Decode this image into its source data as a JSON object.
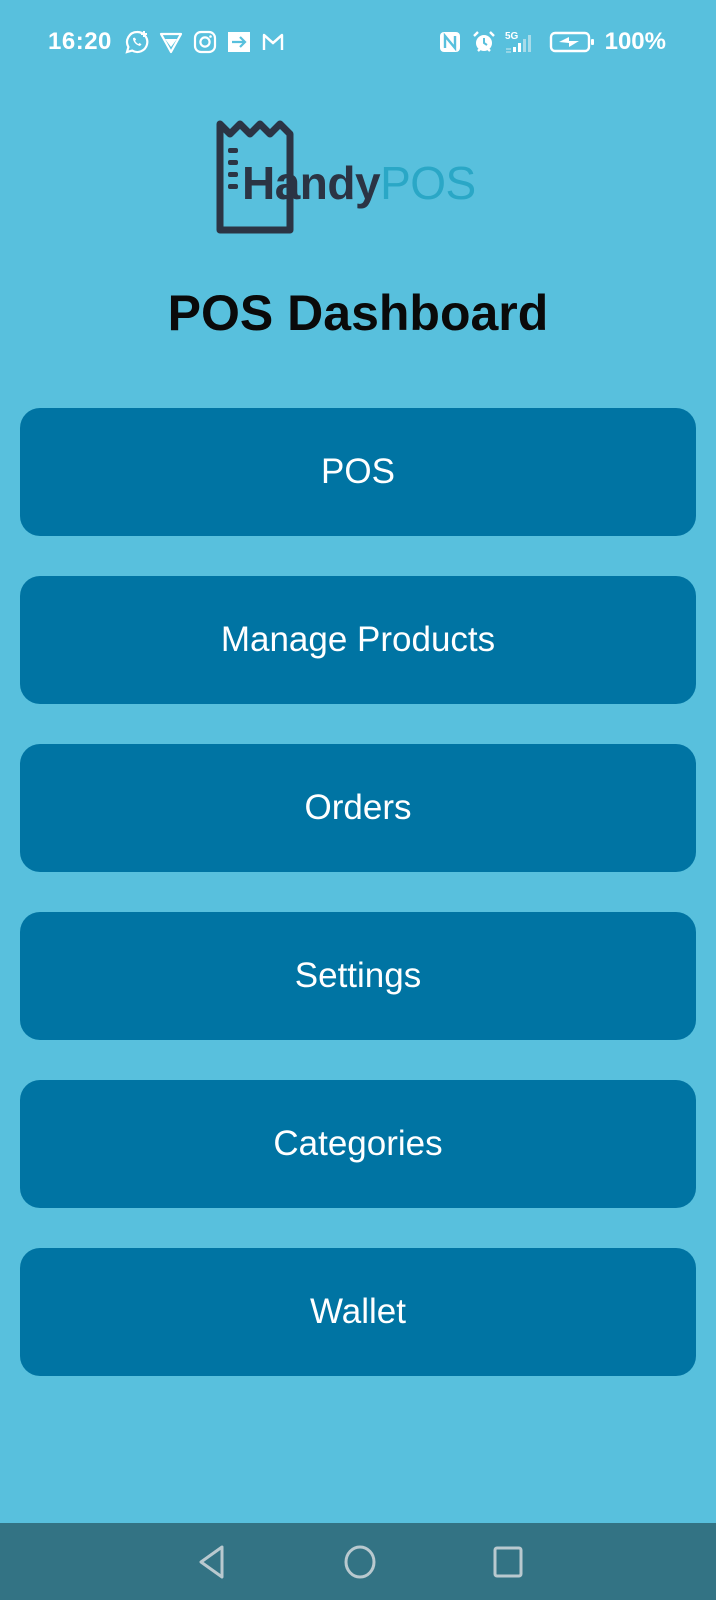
{
  "status_bar": {
    "time": "16:20",
    "left_icons": [
      "whatsapp-icon",
      "vpn-shield-icon",
      "instagram-icon",
      "arrow-box-icon",
      "gmail-icon"
    ],
    "right_icons": [
      "nfc-icon",
      "alarm-icon",
      "5g-signal-icon",
      "battery-charging-icon"
    ],
    "network": "5G",
    "battery_percent": "100%"
  },
  "logo": {
    "part1": "Handy",
    "part2": "POS",
    "colors": {
      "dark": "#2b3444",
      "accent": "#2aa7c6"
    }
  },
  "page": {
    "title": "POS Dashboard"
  },
  "menu": {
    "items": [
      {
        "label": "POS"
      },
      {
        "label": "Manage Products"
      },
      {
        "label": "Orders"
      },
      {
        "label": "Settings"
      },
      {
        "label": "Categories"
      },
      {
        "label": "Wallet"
      }
    ]
  },
  "nav_bar": {
    "buttons": [
      "back",
      "home",
      "recents"
    ]
  },
  "colors": {
    "background": "#58c0dd",
    "button": "#0074a3",
    "button_text": "#ffffff",
    "nav_bar": "#337384",
    "title": "#0a0a0a"
  }
}
